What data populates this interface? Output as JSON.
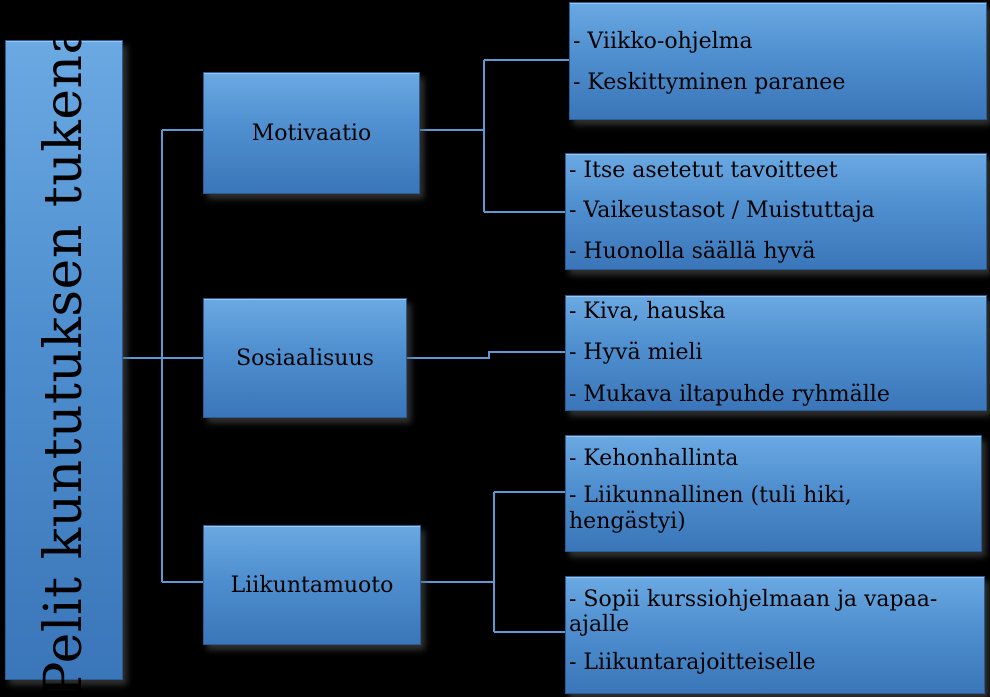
{
  "root": {
    "label": "Pelit kuntutuksen tukena"
  },
  "branches": [
    {
      "label": "Motivaatio",
      "groups": [
        {
          "items": [
            "- Viikko-ohjelma",
            "- Keskittyminen paranee"
          ]
        },
        {
          "items": [
            "- Itse asetetut tavoitteet",
            "- Vaikeustasot / Muistuttaja",
            "- Huonolla säällä hyvä"
          ]
        }
      ]
    },
    {
      "label": "Sosiaalisuus",
      "groups": [
        {
          "items": [
            "- Kiva, hauska",
            "- Hyvä mieli",
            "- Mukava iltapuhde ryhmälle"
          ]
        }
      ]
    },
    {
      "label": "Liikuntamuoto",
      "groups": [
        {
          "items": [
            "- Kehonhallinta",
            "- Liikunnallinen (tuli hiki, hengästyi)"
          ]
        },
        {
          "items": [
            "- Sopii kurssiohjelmaan ja vapaa-ajalle",
            "- Liikuntarajoitteiselle"
          ]
        }
      ]
    }
  ],
  "colors": {
    "background": "#000000",
    "box_fill": "#4f8fcf",
    "box_border": "#2a5b93",
    "connector": "#5b9bd5",
    "text": "#000000"
  }
}
